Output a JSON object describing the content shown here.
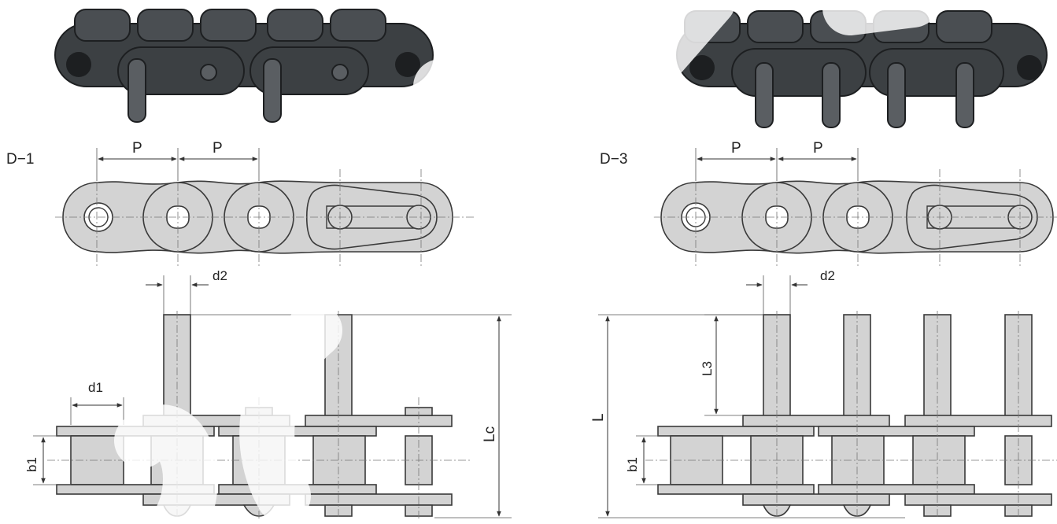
{
  "left_diagram": {
    "title": "D−1",
    "pitch_label_1": "P",
    "pitch_label_2": "P",
    "d2_label": "d2",
    "d1_label": "d1",
    "b1_label": "b1",
    "lc_label": "Lc"
  },
  "right_diagram": {
    "title": "D−3",
    "pitch_label_1": "P",
    "pitch_label_2": "P",
    "d2_label": "d2",
    "l3_label": "L3",
    "l_label": "L",
    "b1_label": "b1"
  },
  "colors": {
    "part_fill": "#d3d3d3",
    "outline": "#3a3a3a",
    "photo_metal": "#3c4043"
  }
}
